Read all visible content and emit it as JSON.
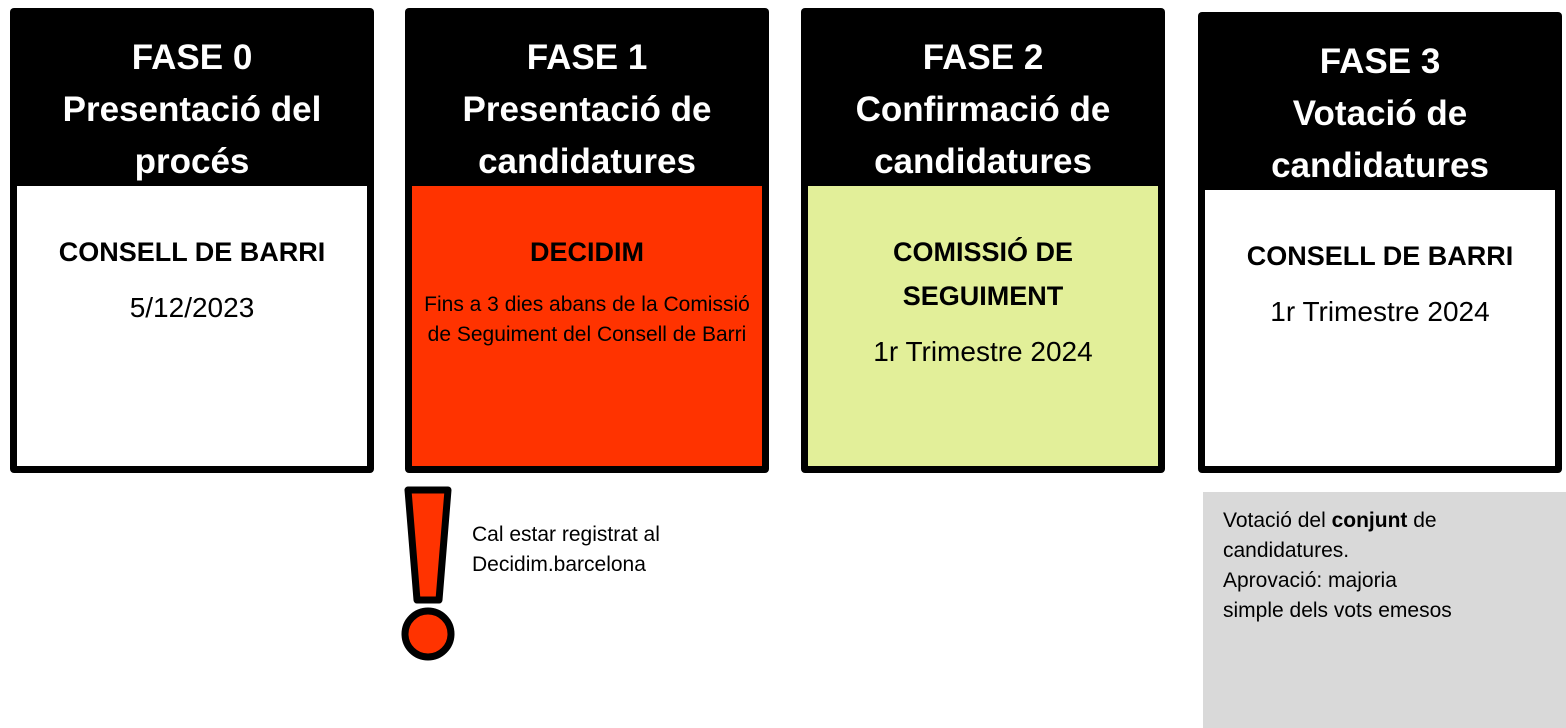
{
  "colors": {
    "header_bg": "#000000",
    "header_text": "#ffffff",
    "decidim_red": "#ff3300",
    "commission_green": "#e2ef99",
    "plain_white": "#ffffff",
    "note_box": "#d9d9d9",
    "exclamation": "#ff3300"
  },
  "phases": [
    {
      "fase": "FASE 0",
      "title": "Presentació del procés",
      "organ": "CONSELL DE BARRI",
      "date": "5/12/2023",
      "bg": "#ffffff"
    },
    {
      "fase": "FASE 1",
      "title": "Presentació de candidatures",
      "organ": "DECIDIM",
      "date": "Fins a 3 dies abans de la Comissió de Seguiment del Consell de Barri",
      "bg": "#ff3300"
    },
    {
      "fase": "FASE 2",
      "title": "Confirmació de candidatures",
      "organ": "COMISSIÓ DE SEGUIMENT",
      "date": "1r Trimestre 2024",
      "bg": "#e2ef99"
    },
    {
      "fase": "FASE 3",
      "title": "Votació de candidatures",
      "organ": "CONSELL DE BARRI",
      "date": "1r Trimestre 2024",
      "bg": "#ffffff"
    }
  ],
  "registration_note": {
    "icon": "exclamation-icon",
    "line1": "Cal estar registrat al",
    "line2": "Decidim.barcelona"
  },
  "vote_note": {
    "line1_before": "Votació del ",
    "line1_bold": "conjunt",
    "line1_after": " de",
    "line2": "candidatures.",
    "line3": "Aprovació: majoria",
    "line4": "simple dels vots emesos"
  }
}
